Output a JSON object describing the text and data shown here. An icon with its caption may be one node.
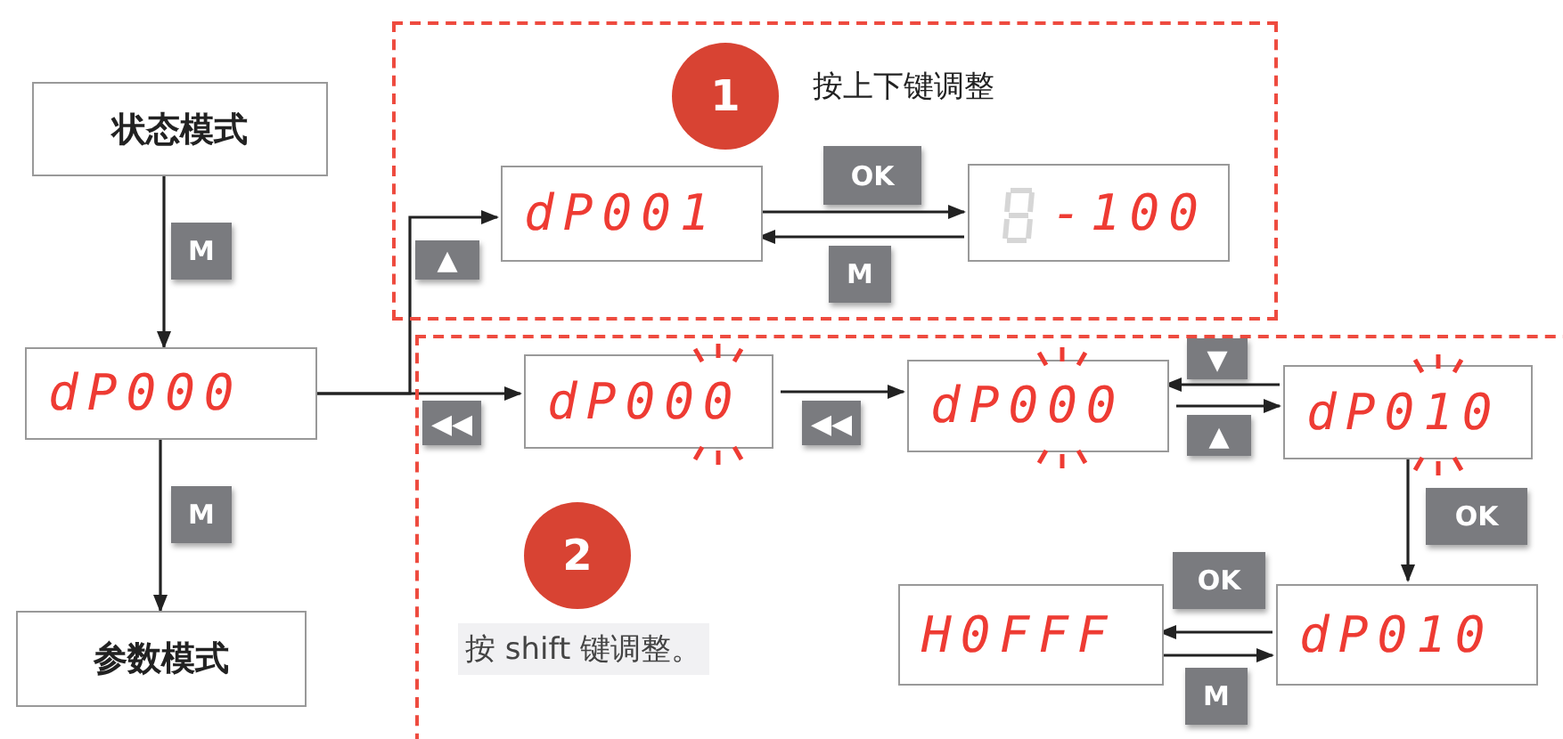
{
  "diagram": {
    "nodes": [
      {
        "text": [
          "按上下键调整"
        ]
      },
      {
        "text": [
          "1"
        ],
        "in": 0
      },
      {
        "text": [
          "状态模式"
        ]
      },
      {
        "text": [
          "dP001"
        ],
        "in": 0
      },
      {
        "text": [
          "-100"
        ],
        "in": 0
      },
      {
        "text": [
          "dP000"
        ]
      },
      {
        "text": [
          "按 shift 键调整。"
        ]
      },
      {
        "text": [
          "dP000"
        ],
        "in": 6
      },
      {
        "text": [
          "dP000"
        ],
        "in": 6
      },
      {
        "text": [
          "dP010"
        ],
        "in": 6
      },
      {
        "text": [
          "2"
        ],
        "in": 6
      },
      {
        "text": [
          "H0FFF"
        ],
        "in": 6
      },
      {
        "text": [
          "dP010"
        ],
        "in": 6
      },
      {
        "text": [
          "参数模式"
        ]
      }
    ],
    "edges": [
      {
        "from": 2,
        "to": 5,
        "arrow": "to",
        "label": "M"
      },
      {
        "from": 5,
        "to": 13,
        "arrow": "to",
        "label": "M"
      },
      {
        "from": 5,
        "to": 3,
        "arrow": "to",
        "label": "▲"
      },
      {
        "from": 5,
        "to": 7,
        "arrow": "to",
        "label": "◀◀"
      },
      {
        "from": 3,
        "to": 4,
        "arrow": "to",
        "label": "OK"
      },
      {
        "from": 4,
        "to": 3,
        "arrow": "to",
        "label": "M"
      },
      {
        "from": 7,
        "to": 8,
        "arrow": "to",
        "label": "◀◀"
      },
      {
        "from": 9,
        "to": 8,
        "arrow": "to",
        "label": "▼"
      },
      {
        "from": 8,
        "to": 9,
        "arrow": "to",
        "label": "▲"
      },
      {
        "from": 9,
        "to": 12,
        "arrow": "to",
        "label": "OK"
      },
      {
        "from": 12,
        "to": 11,
        "arrow": "to",
        "label": "OK"
      },
      {
        "from": 11,
        "to": 12,
        "arrow": "to",
        "label": "M"
      }
    ]
  }
}
